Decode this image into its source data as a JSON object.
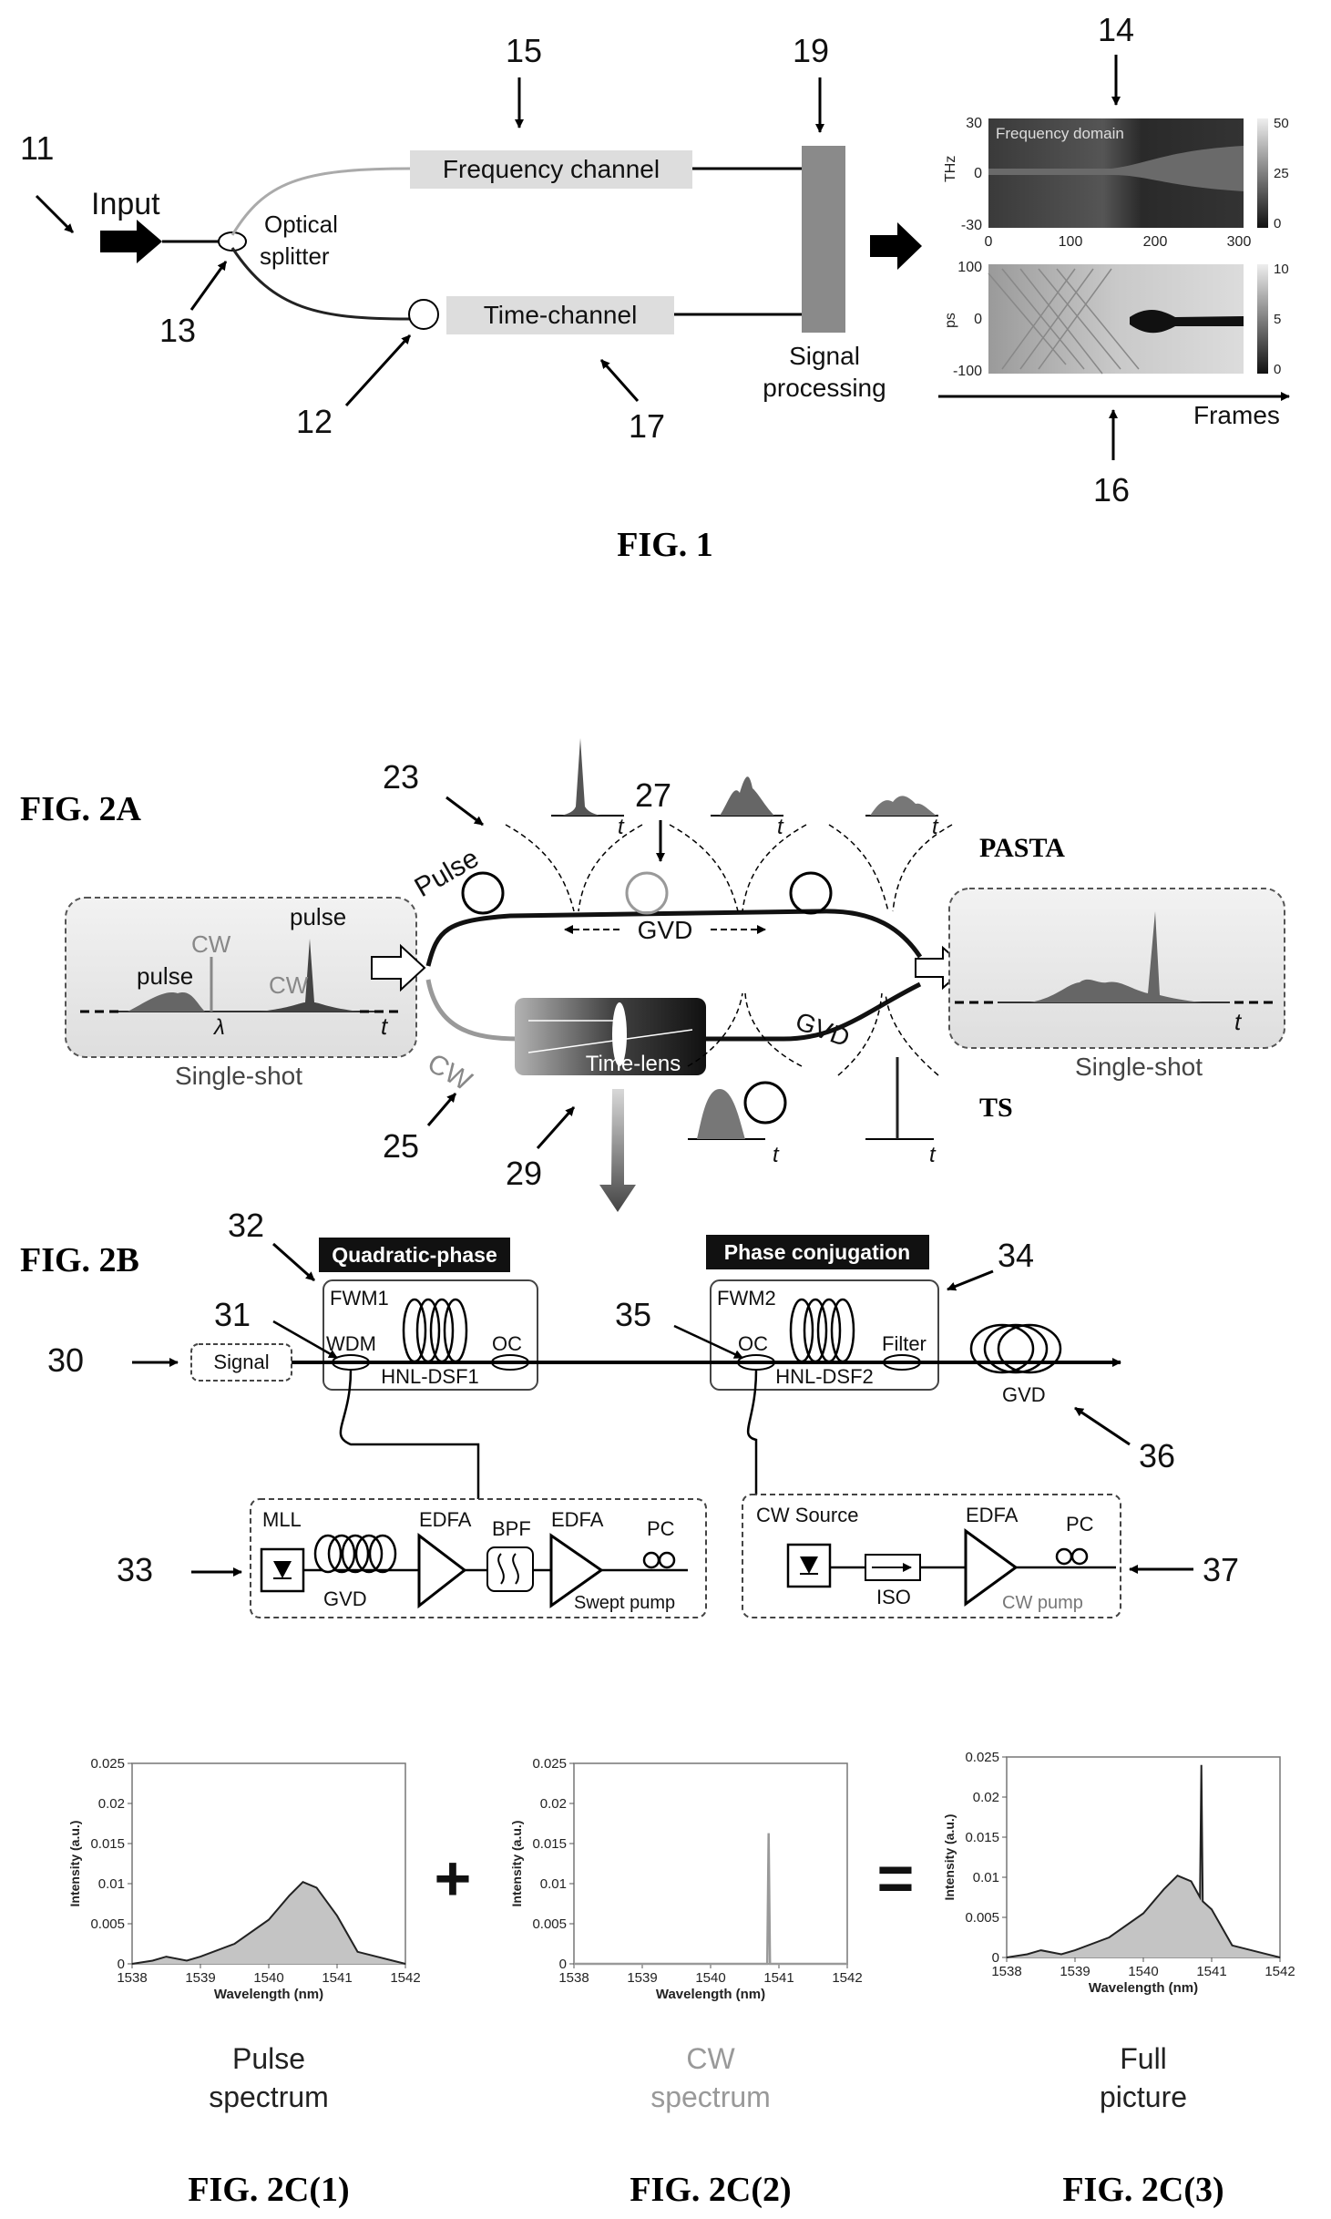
{
  "fig1": {
    "caption": "FIG. 1",
    "refs": {
      "r11": "11",
      "r12": "12",
      "r13": "13",
      "r14": "14",
      "r15": "15",
      "r16": "16",
      "r17": "17",
      "r19": "19"
    },
    "input": "Input",
    "splitter_line1": "Optical",
    "splitter_line2": "splitter",
    "freq_channel": "Frequency channel",
    "time_channel": "Time-channel",
    "signal_line1": "Signal",
    "signal_line2": "processing",
    "top_plot": {
      "ylabel": "THz",
      "title": "Frequency domain",
      "yticks": [
        "30",
        "0",
        "-30"
      ],
      "xticks": [
        "0",
        "100",
        "200",
        "300"
      ],
      "cbar": [
        "50",
        "25",
        "0"
      ]
    },
    "bot_plot": {
      "ylabel": "ps",
      "yticks": [
        "100",
        "0",
        "-100"
      ],
      "cbar": [
        "10",
        "5",
        "0"
      ]
    },
    "frames": "Frames"
  },
  "fig2a": {
    "caption": "FIG. 2A",
    "refs": {
      "r23": "23",
      "r25": "25",
      "r27": "27",
      "r29": "29"
    },
    "pulse_path": "Pulse",
    "cw_path": "CW",
    "gvd_top": "GVD",
    "gvd_bot": "GVD",
    "time_lens": "Time-lens",
    "pasta": "PASTA",
    "ts": "TS",
    "left_box": {
      "cw": "CW",
      "pulse1": "pulse",
      "pulse2": "pulse",
      "cw2": "CW",
      "lambda": "λ",
      "t": "t",
      "caption": "Single-shot"
    },
    "right_box": {
      "t": "t",
      "caption": "Single-shot"
    },
    "t_axis": "t"
  },
  "fig2b": {
    "caption": "FIG. 2B",
    "refs": {
      "r30": "30",
      "r31": "31",
      "r32": "32",
      "r33": "33",
      "r34": "34",
      "r35": "35",
      "r36": "36",
      "r37": "37"
    },
    "quad": "Quadratic-phase",
    "phase": "Phase conjugation",
    "fwm1": "FWM1",
    "fwm2": "FWM2",
    "signal": "Signal",
    "wdm": "WDM",
    "oc1": "OC",
    "oc2": "OC",
    "hnl1": "HNL-DSF1",
    "hnl2": "HNL-DSF2",
    "filter": "Filter",
    "gvd": "GVD",
    "mll": "MLL",
    "gvd2": "GVD",
    "edfa1": "EDFA",
    "bpf": "BPF",
    "edfa2": "EDFA",
    "pc1": "PC",
    "swept": "Swept pump",
    "cw_source": "CW Source",
    "iso": "ISO",
    "edfa3": "EDFA",
    "pc2": "PC",
    "cw_pump": "CW pump"
  },
  "fig2c": {
    "plus": "+",
    "equals": "=",
    "plots": [
      {
        "caption": "FIG. 2C(1)",
        "label1": "Pulse",
        "label2": "spectrum",
        "color": "#222222"
      },
      {
        "caption": "FIG. 2C(2)",
        "label1": "CW",
        "label2": "spectrum",
        "color": "#999999"
      },
      {
        "caption": "FIG. 2C(3)",
        "label1": "Full",
        "label2": "picture",
        "color": "#222222"
      }
    ],
    "ylabel": "Intensity (a.u.)",
    "xlabel": "Wavelength (nm)",
    "yticks": [
      "0.025",
      "0.02",
      "0.015",
      "0.01",
      "0.005",
      "0"
    ],
    "xticks": [
      "1538",
      "1539",
      "1540",
      "1541",
      "1542"
    ]
  },
  "chart_data": [
    {
      "type": "area",
      "xlabel": "Wavelength (nm)",
      "ylabel": "Intensity (a.u.)",
      "xlim": [
        1538,
        1542
      ],
      "ylim": [
        0,
        0.025
      ],
      "series": [
        {
          "x": [
            1538,
            1538.3,
            1538.5,
            1538.8,
            1539,
            1539.5,
            1540,
            1540.3,
            1540.5,
            1540.7,
            1541,
            1541.3,
            1542
          ],
          "values": [
            0,
            0.0004,
            0.0009,
            0.0004,
            0.0009,
            0.0025,
            0.0055,
            0.0085,
            0.0102,
            0.0095,
            0.006,
            0.0015,
            0
          ]
        }
      ]
    },
    {
      "type": "line",
      "xlabel": "Wavelength (nm)",
      "ylabel": "Intensity (a.u.)",
      "xlim": [
        1538,
        1542
      ],
      "ylim": [
        0,
        0.025
      ],
      "series": [
        {
          "x": [
            1538,
            1540.83,
            1540.85,
            1540.87,
            1542
          ],
          "values": [
            0,
            0,
            0.0163,
            0,
            0
          ]
        }
      ]
    },
    {
      "type": "area",
      "xlabel": "Wavelength (nm)",
      "ylabel": "Intensity (a.u.)",
      "xlim": [
        1538,
        1542
      ],
      "ylim": [
        0,
        0.025
      ],
      "series": [
        {
          "x": [
            1538,
            1538.3,
            1538.5,
            1538.8,
            1539,
            1539.5,
            1540,
            1540.3,
            1540.5,
            1540.7,
            1540.83,
            1540.85,
            1540.87,
            1541,
            1541.3,
            1542
          ],
          "values": [
            0,
            0.0004,
            0.0009,
            0.0004,
            0.0009,
            0.0025,
            0.0055,
            0.0085,
            0.0102,
            0.0095,
            0.0075,
            0.024,
            0.007,
            0.006,
            0.0015,
            0
          ]
        }
      ]
    }
  ]
}
